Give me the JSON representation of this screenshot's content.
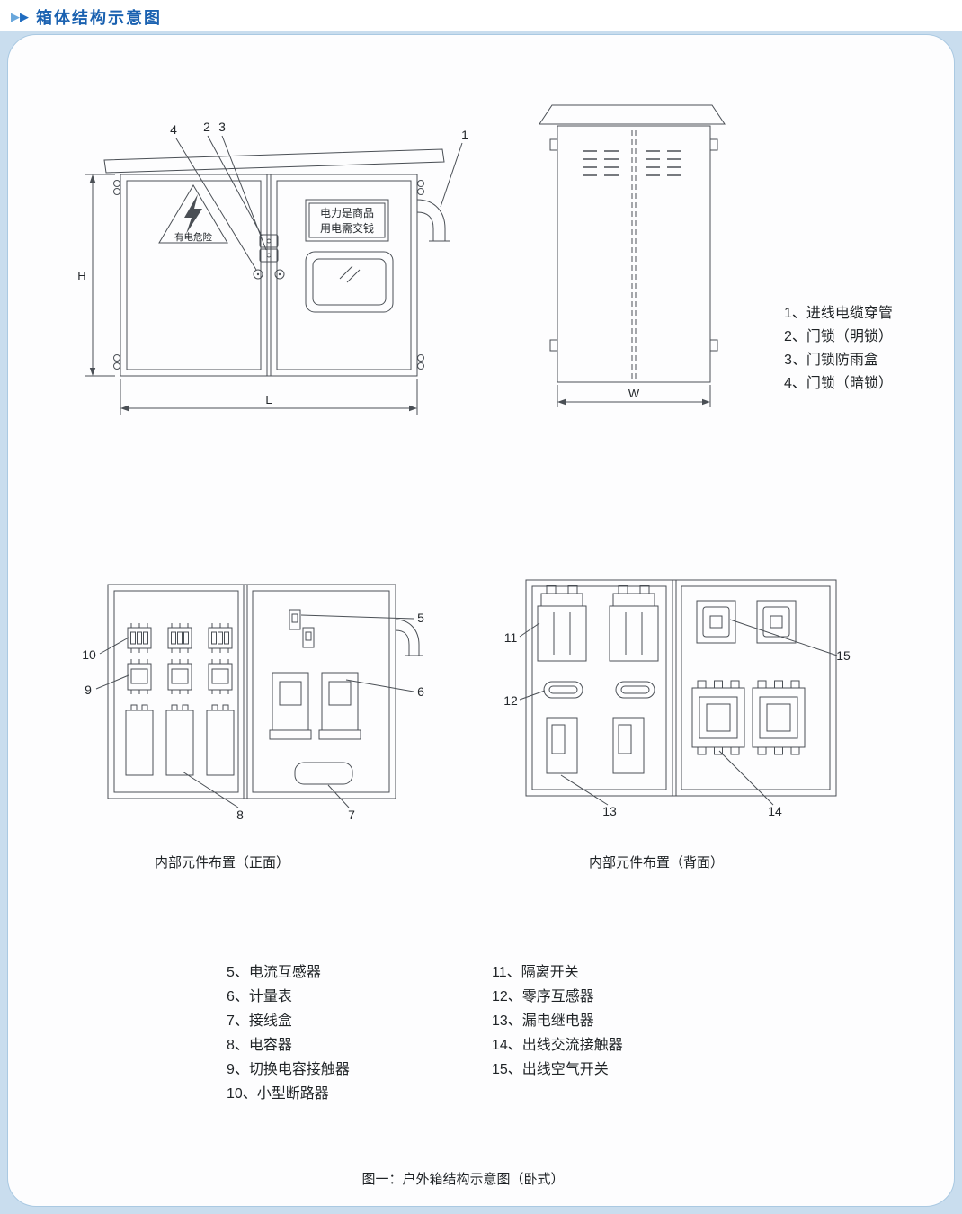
{
  "header": {
    "arrow": "▶",
    "title": "箱体结构示意图"
  },
  "colors": {
    "title_blue": "#1a61b0",
    "arrow_blue_light": "#69a7dc",
    "arrow_blue_dark": "#1f6cc0",
    "page_frame_blue": "#c9ddee",
    "panel_border": "#aac9e2",
    "diagram_line": "#4a4f55"
  },
  "outer_views": {
    "front": {
      "callout_1": "1",
      "callout_2": "2",
      "callout_3": "3",
      "callout_4": "4",
      "warning_text": "有电危险",
      "sign_line1": "电力是商品",
      "sign_line2": "用电需交钱",
      "dim_height": "H",
      "dim_length": "L"
    },
    "side": {
      "dim_width": "W"
    },
    "legend": [
      "1、进线电缆穿管",
      "2、门锁（明锁）",
      "3、门锁防雨盒",
      "4、门锁（暗锁）"
    ]
  },
  "internal_views": {
    "front": {
      "caption": "内部元件布置（正面）",
      "callout_5": "5",
      "callout_6": "6",
      "callout_7": "7",
      "callout_8": "8",
      "callout_9": "9",
      "callout_10": "10"
    },
    "back": {
      "caption": "内部元件布置（背面）",
      "callout_11": "11",
      "callout_12": "12",
      "callout_13": "13",
      "callout_14": "14",
      "callout_15": "15"
    }
  },
  "bottom_legend": {
    "left": [
      "5、电流互感器",
      "6、计量表",
      "7、接线盒",
      "8、电容器",
      "9、切换电容接触器",
      "10、小型断路器"
    ],
    "right": [
      "11、隔离开关",
      "12、零序互感器",
      "13、漏电继电器",
      "14、出线交流接触器",
      "15、出线空气开关"
    ]
  },
  "figure_caption": "图一：户外箱结构示意图（卧式）"
}
